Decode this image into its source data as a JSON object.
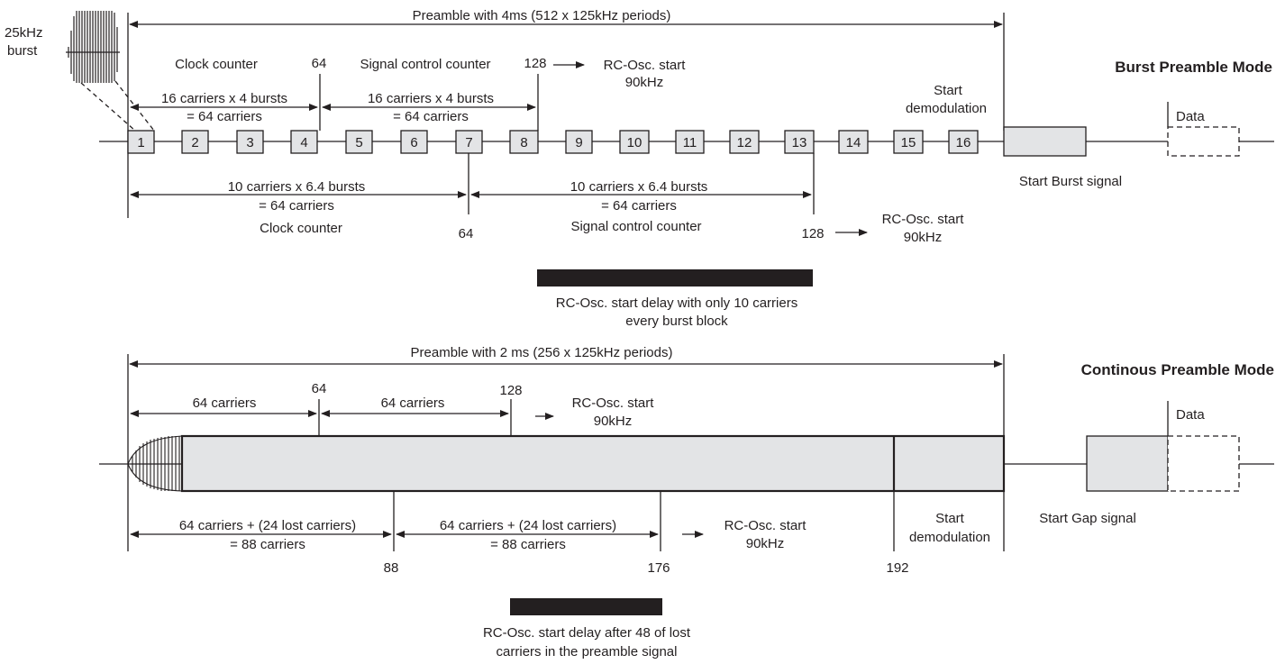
{
  "colors": {
    "line": "#231f20",
    "block_fill": "#e3e4e6",
    "bar": "#231f20",
    "background": "#ffffff"
  },
  "burst": {
    "title": "Burst Preamble Mode",
    "preamble_label": "Preamble with 4ms (512 x 125kHz periods)",
    "burst_label_1": "25kHz",
    "burst_label_2": "burst",
    "top_clock_counter": "Clock counter",
    "top_num_64": "64",
    "top_signal_control_counter": "Signal control counter",
    "top_num_128": "128",
    "top_rc_osc_1": "RC-Osc. start",
    "top_rc_osc_2": "90kHz",
    "span_a_line1": "16 carriers x 4 bursts",
    "span_a_line2": "= 64 carriers",
    "span_b_line1": "16 carriers x 4 bursts",
    "span_b_line2": "= 64 carriers",
    "start_demod_1": "Start",
    "start_demod_2": "demodulation",
    "blocks": [
      "1",
      "2",
      "3",
      "4",
      "5",
      "6",
      "7",
      "8",
      "9",
      "10",
      "11",
      "12",
      "13",
      "14",
      "15",
      "16"
    ],
    "data_label": "Data",
    "start_burst_signal": "Start Burst signal",
    "span_c_line1": "10 carriers x 6.4 bursts",
    "span_c_line2": "= 64 carriers",
    "span_d_line1": "10 carriers x 6.4 bursts",
    "span_d_line2": "= 64 carriers",
    "bottom_clock_counter": "Clock counter",
    "bottom_num_64": "64",
    "bottom_signal_control_counter": "Signal control counter",
    "bottom_num_128": "128",
    "bottom_rc_osc_1": "RC-Osc. start",
    "bottom_rc_osc_2": "90kHz",
    "delay_label_1": "RC-Osc. start delay with only 10 carriers",
    "delay_label_2": "every burst block"
  },
  "continuous": {
    "title": "Continous Preamble Mode",
    "preamble_label": "Preamble with 2 ms (256 x 125kHz periods)",
    "span_a": "64 carriers",
    "num_64": "64",
    "span_b": "64 carriers",
    "num_128": "128",
    "rc_osc_1": "RC-Osc. start",
    "rc_osc_2": "90kHz",
    "data_label": "Data",
    "start_gap_signal": "Start Gap signal",
    "lost_a_line1": "64 carriers + (24 lost carriers)",
    "lost_a_line2": "= 88 carriers",
    "lost_b_line1": "64 carriers + (24 lost carriers)",
    "lost_b_line2": "= 88 carriers",
    "rc_osc_bottom_1": "RC-Osc. start",
    "rc_osc_bottom_2": "90kHz",
    "start_demod_1": "Start",
    "start_demod_2": "demodulation",
    "num_88": "88",
    "num_176": "176",
    "num_192": "192",
    "delay_label_1": "RC-Osc. start delay after 48 of lost",
    "delay_label_2": "carriers in the preamble signal"
  }
}
